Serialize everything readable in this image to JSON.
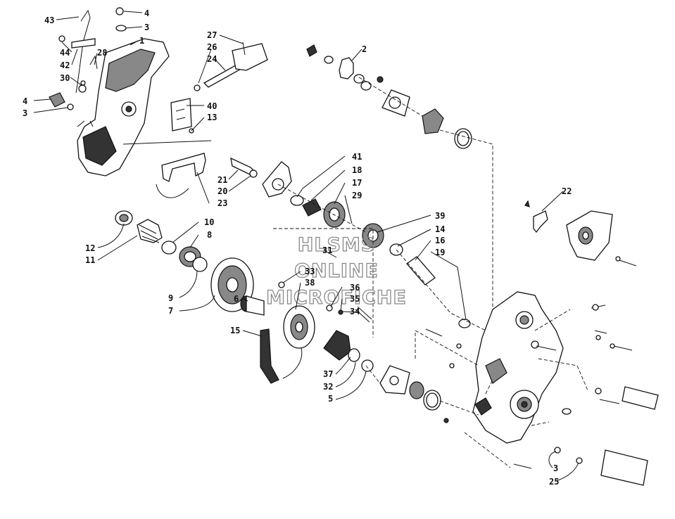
{
  "watermark": [
    "HLSMS",
    "ONLINE",
    "MICROFICHE"
  ],
  "callouts": [
    "1",
    "2",
    "3",
    "4",
    "5",
    "6",
    "7",
    "8",
    "9",
    "10",
    "11",
    "12",
    "13",
    "14",
    "15",
    "16",
    "17",
    "18",
    "19",
    "20",
    "21",
    "22",
    "23",
    "24",
    "25",
    "26",
    "27",
    "28",
    "29",
    "30",
    "31",
    "32",
    "33",
    "34",
    "35",
    "36",
    "37",
    "38",
    "39",
    "40",
    "41",
    "42",
    "43",
    "44"
  ],
  "line_color": "#111111",
  "watermark_color": "#8a8a8a"
}
